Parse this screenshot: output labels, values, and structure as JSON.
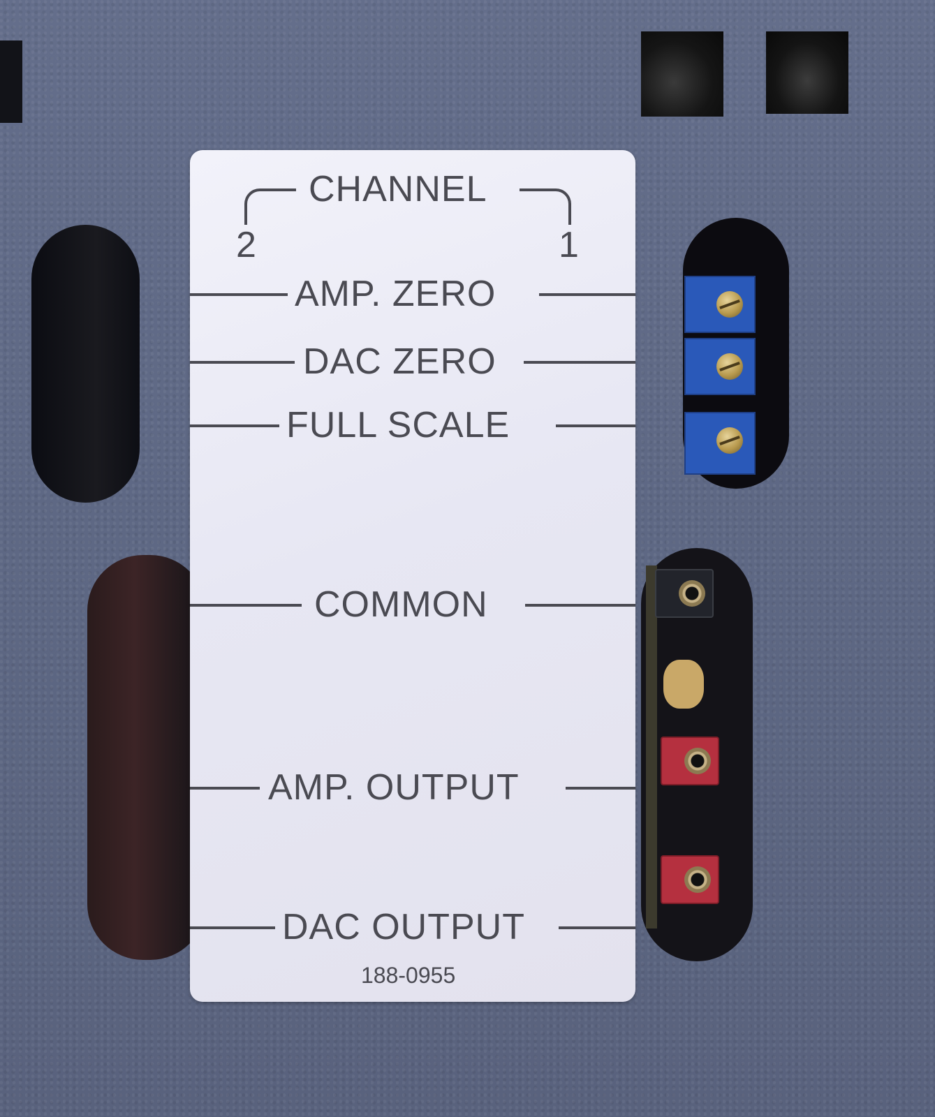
{
  "label": {
    "channel_title": "CHANNEL",
    "channel_left": "2",
    "channel_right": "1",
    "rows": [
      {
        "text": "AMP. ZERO"
      },
      {
        "text": "DAC ZERO"
      },
      {
        "text": "FULL SCALE"
      },
      {
        "text": "COMMON"
      },
      {
        "text": "AMP. OUTPUT"
      },
      {
        "text": "DAC OUTPUT"
      }
    ],
    "part_number": "188-0955"
  },
  "colors": {
    "panel": "#5f6985",
    "label_ink": "#4a4a52",
    "pot_blue": "#2a59b9",
    "jack_red": "#b5303f"
  }
}
